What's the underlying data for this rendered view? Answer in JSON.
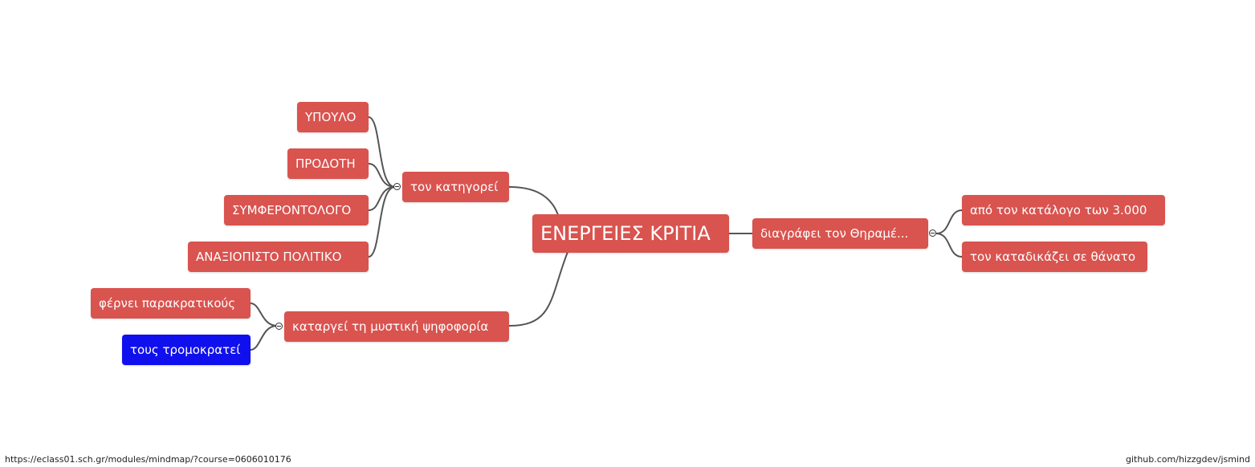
{
  "mindmap": {
    "root": "ΕΝΕΡΓΕΙΕΣ ΚΡΙΤΙΑ",
    "left": {
      "accuse": {
        "label": "τον κατηγορεί",
        "children": [
          "ΥΠΟΥΛΟ",
          "ΠΡΟΔΟΤΗ",
          "ΣΥΜΦΕΡΟΝΤΟΛΟΓΟ",
          "ΑΝΑΞΙΟΠΙΣΤΟ ΠΟΛΙΤΙΚΟ"
        ]
      },
      "abolish": {
        "label": "καταργεί τη μυστική ψηφοφορία",
        "children": [
          "φέρνει παρακρατικούς",
          "τους τρομοκρατεί"
        ]
      }
    },
    "right": {
      "erase": {
        "label": "διαγράφει τον Θηραμέ...",
        "children": [
          "από τον κατάλογο των 3.000",
          "τον καταδικάζει σε θάνατο"
        ]
      }
    }
  },
  "colors": {
    "node": "#d9534f",
    "selected": "#1010ee",
    "line": "#555555"
  },
  "status_bar": {
    "url": "https://eclass01.sch.gr/modules/mindmap/?course=0606010176",
    "credit": "github.com/hizzgdev/jsmind"
  }
}
